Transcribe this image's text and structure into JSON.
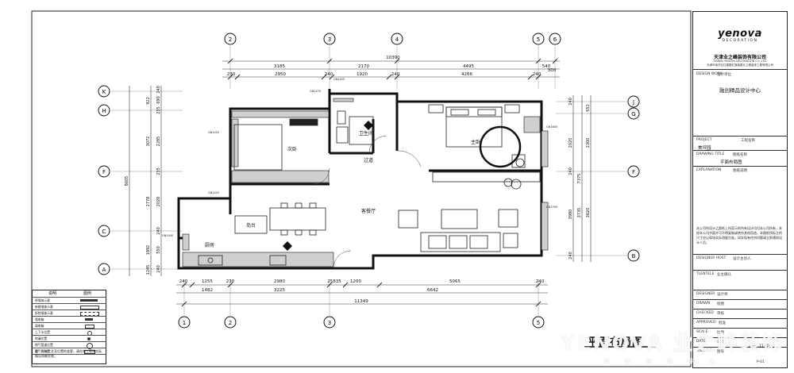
{
  "drawing": {
    "title": "平面布局图",
    "rooms": {
      "bath": "卫生间",
      "master": "主卧",
      "second": "次卧",
      "corridor": "过道",
      "living": "客餐厅",
      "island": "岛台",
      "kitchen": "厨房"
    },
    "columns_top": [
      "2",
      "3",
      "4",
      "5",
      "6"
    ],
    "columns_bottom": [
      "1",
      "2",
      "3",
      "5"
    ],
    "rows_left": [
      "K",
      "H",
      "F",
      "C",
      "A"
    ],
    "rows_right": [
      "J",
      "G",
      "F",
      "B"
    ],
    "dims_top_overall": "10390",
    "dims_top_row1": [
      "3185",
      "2170",
      "4495",
      "540"
    ],
    "dims_top_row2": [
      "230",
      "2950",
      "240",
      "1920",
      "240",
      "4266",
      "240",
      "300"
    ],
    "dims_bottom_row1": [
      "240",
      "1255",
      "230",
      "2980",
      "25835",
      "1200",
      "5065",
      "240"
    ],
    "dims_bottom_row2": [
      "1482",
      "3225",
      "6642"
    ],
    "dims_bottom_overall": "11349",
    "dims_left_overall": "8605",
    "dims_left_outer": [
      "922",
      "3072",
      "2778",
      "1892",
      "1245"
    ],
    "dims_left_inner": [
      "240",
      "690",
      "235",
      "2285",
      "235",
      "2020",
      "240",
      "550",
      "240"
    ],
    "dims_right_outer": [
      "552",
      "2300",
      "3620",
      "3735",
      "7375"
    ],
    "dims_right_inner": [
      "240",
      "2020",
      "240",
      "3980",
      "240"
    ]
  },
  "title_block": {
    "brand": "yenova",
    "brand_sub": "DECORATION",
    "company_cn": "天津业之峰装饰有限公司",
    "company_en": "TIANJIN YENOVA DECORATION CO.,LTD.",
    "company_addr": "天津市南开区红旗路红旗南路业之峰装饰工程有限公司",
    "design_work": "DESIGN WORK",
    "design_unit_label": "设计单位",
    "design_center": "融创精品设计中心",
    "project_label": "PROJECT",
    "project_cn_label": "工程名称",
    "project": "美坪园",
    "drawing_title_label": "DRAWING TITLE",
    "drawing_title_cn_label": "图纸名称",
    "drawing_title": "平面布局图",
    "explanation_label": "EXPLANATION",
    "explanation_cn_label": "图纸说明",
    "notes": "本公司所设计之图纸上所显示的所有设计均归本公司所有，未经本公司书面许可不得复制或转作其他用途。本图纸所标注的尺寸应以现场实际测量为准。如发现有任何问题请立即通知设计人员。",
    "designer_host_label": "DESIGNER HOST",
    "designer_host_cn": "设计主创人",
    "tlentele_label": "TLENTELE",
    "tlentele_cn": "业主确认",
    "designer_label": "DESIGNER",
    "designer_cn": "设计师",
    "drawn_label": "DRAWN",
    "drawn_cn": "绘图",
    "checked_label": "CHECKED",
    "checked_cn": "审核",
    "approved_label": "APPROVED",
    "approved_cn": "批准",
    "scale_label": "SCALE",
    "scale_cn": "比例",
    "date_label": "DATE",
    "date_cn": "日期",
    "date_val": "2011.11.20",
    "dwg_label": "DWG.NO",
    "dwg_cn": "图号",
    "dwg_val": "P-01"
  },
  "legend": {
    "col1": "说明",
    "col2": "图例",
    "items": [
      "原墙体示意",
      "新建墙体示意",
      "拆除墙体示意",
      "强电箱",
      "弱电箱",
      "上下水位置",
      "地漏位置",
      "燃气管道位置",
      "暖气片位置"
    ],
    "note": "注：如有工艺及位置的变更，请在施工现场实际情况再做交底。"
  },
  "watermark": {
    "text": "YENOVA 业之峰装饰",
    "sub": "美 好 装 修 中 心"
  }
}
